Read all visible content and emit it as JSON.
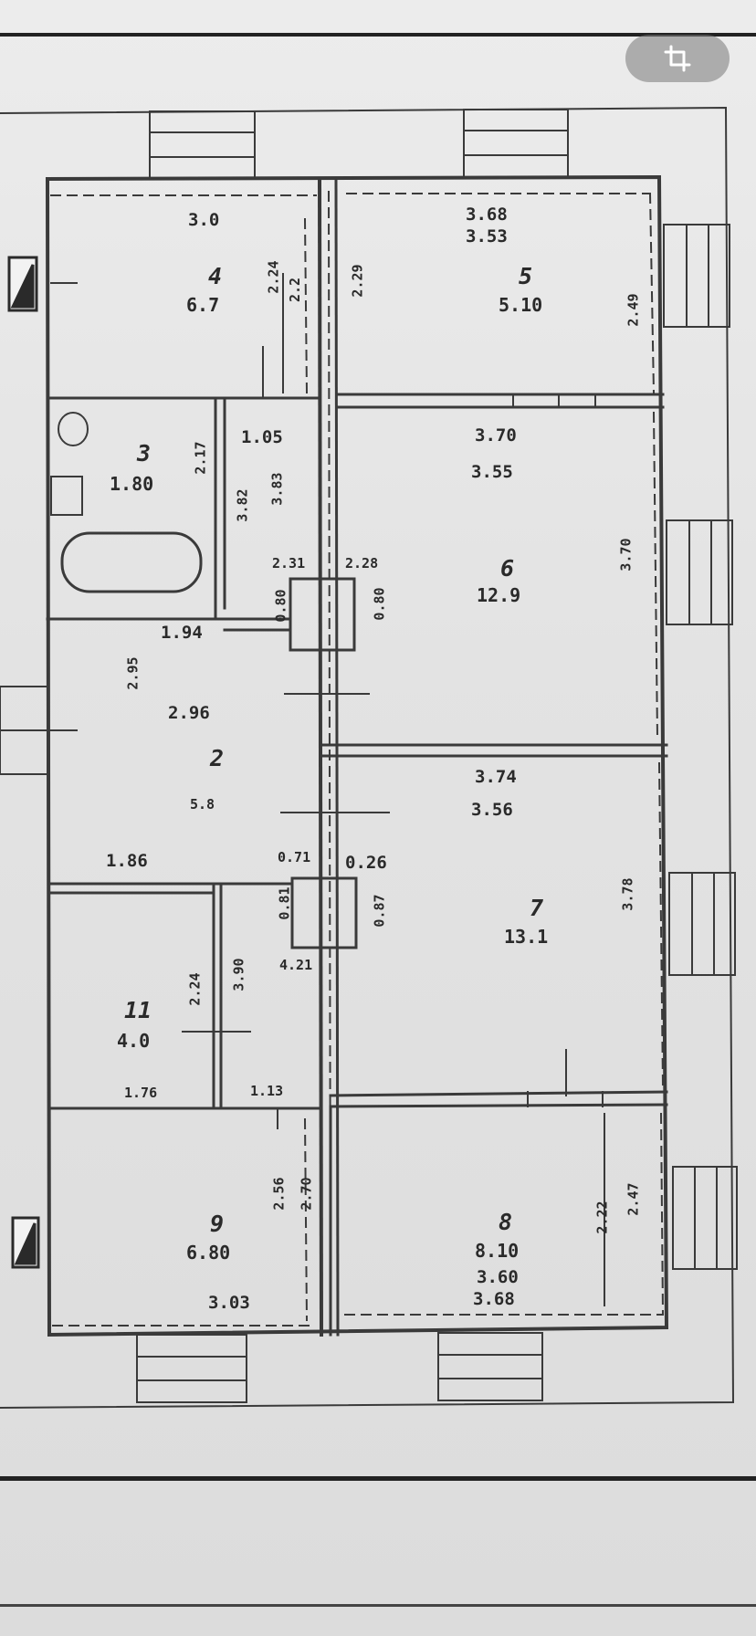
{
  "toolbar": {
    "crop_icon": "crop-icon"
  },
  "colors": {
    "paper": "#e6e6e6",
    "ink": "#2a2a2a",
    "overlay_button": "#8a8a8a"
  },
  "rooms": [
    {
      "number": "4",
      "area": "6.7"
    },
    {
      "number": "5",
      "area": "5.10"
    },
    {
      "number": "3",
      "area": "1.80"
    },
    {
      "number": "6",
      "area": "12.9"
    },
    {
      "number": "2",
      "area": "5.8"
    },
    {
      "number": "7",
      "area": "13.1"
    },
    {
      "number": "11",
      "area": "4.0"
    },
    {
      "number": "9",
      "area": "6.80"
    },
    {
      "number": "8",
      "area": "8.10"
    }
  ],
  "dimensions": {
    "r4_top": "3.0",
    "r4_v1": "2.24",
    "r4_v2": "2.2",
    "r4_v3": "2.29",
    "r5_top1": "3.68",
    "r5_top2": "3.53",
    "r5_right": "2.49",
    "r3_corr": "1.05",
    "r3_v1": "2.17",
    "r3_v2": "3.82",
    "r3_v3": "3.83",
    "r6_top1": "3.70",
    "r6_top2": "3.55",
    "r6_right": "3.70",
    "duct1_left": "2.31",
    "duct1_right": "2.28",
    "duct1_v1": "0.80",
    "duct1_v2": "0.80",
    "r2_top": "1.94",
    "r2_v": "2.95",
    "r2_mid": "2.96",
    "r2_bottom": "1.86",
    "r7_top1": "3.74",
    "r7_top2": "3.56",
    "r7_right": "3.78",
    "duct2_left": "0.71",
    "duct2_right": "0.26",
    "duct2_v1": "0.81",
    "duct2_v2": "0.87",
    "duct2_bottom": "4.21",
    "r11_v1": "2.24",
    "r11_v2": "3.90",
    "r11_bottom1": "1.76",
    "r11_bottom2": "1.13",
    "r9_v1": "2.56",
    "r9_v2": "2.70",
    "r9_bottom": "3.03",
    "r8_v1": "2.22",
    "r8_v2": "2.47",
    "r8_bottom1": "3.60",
    "r8_bottom2": "3.68"
  }
}
